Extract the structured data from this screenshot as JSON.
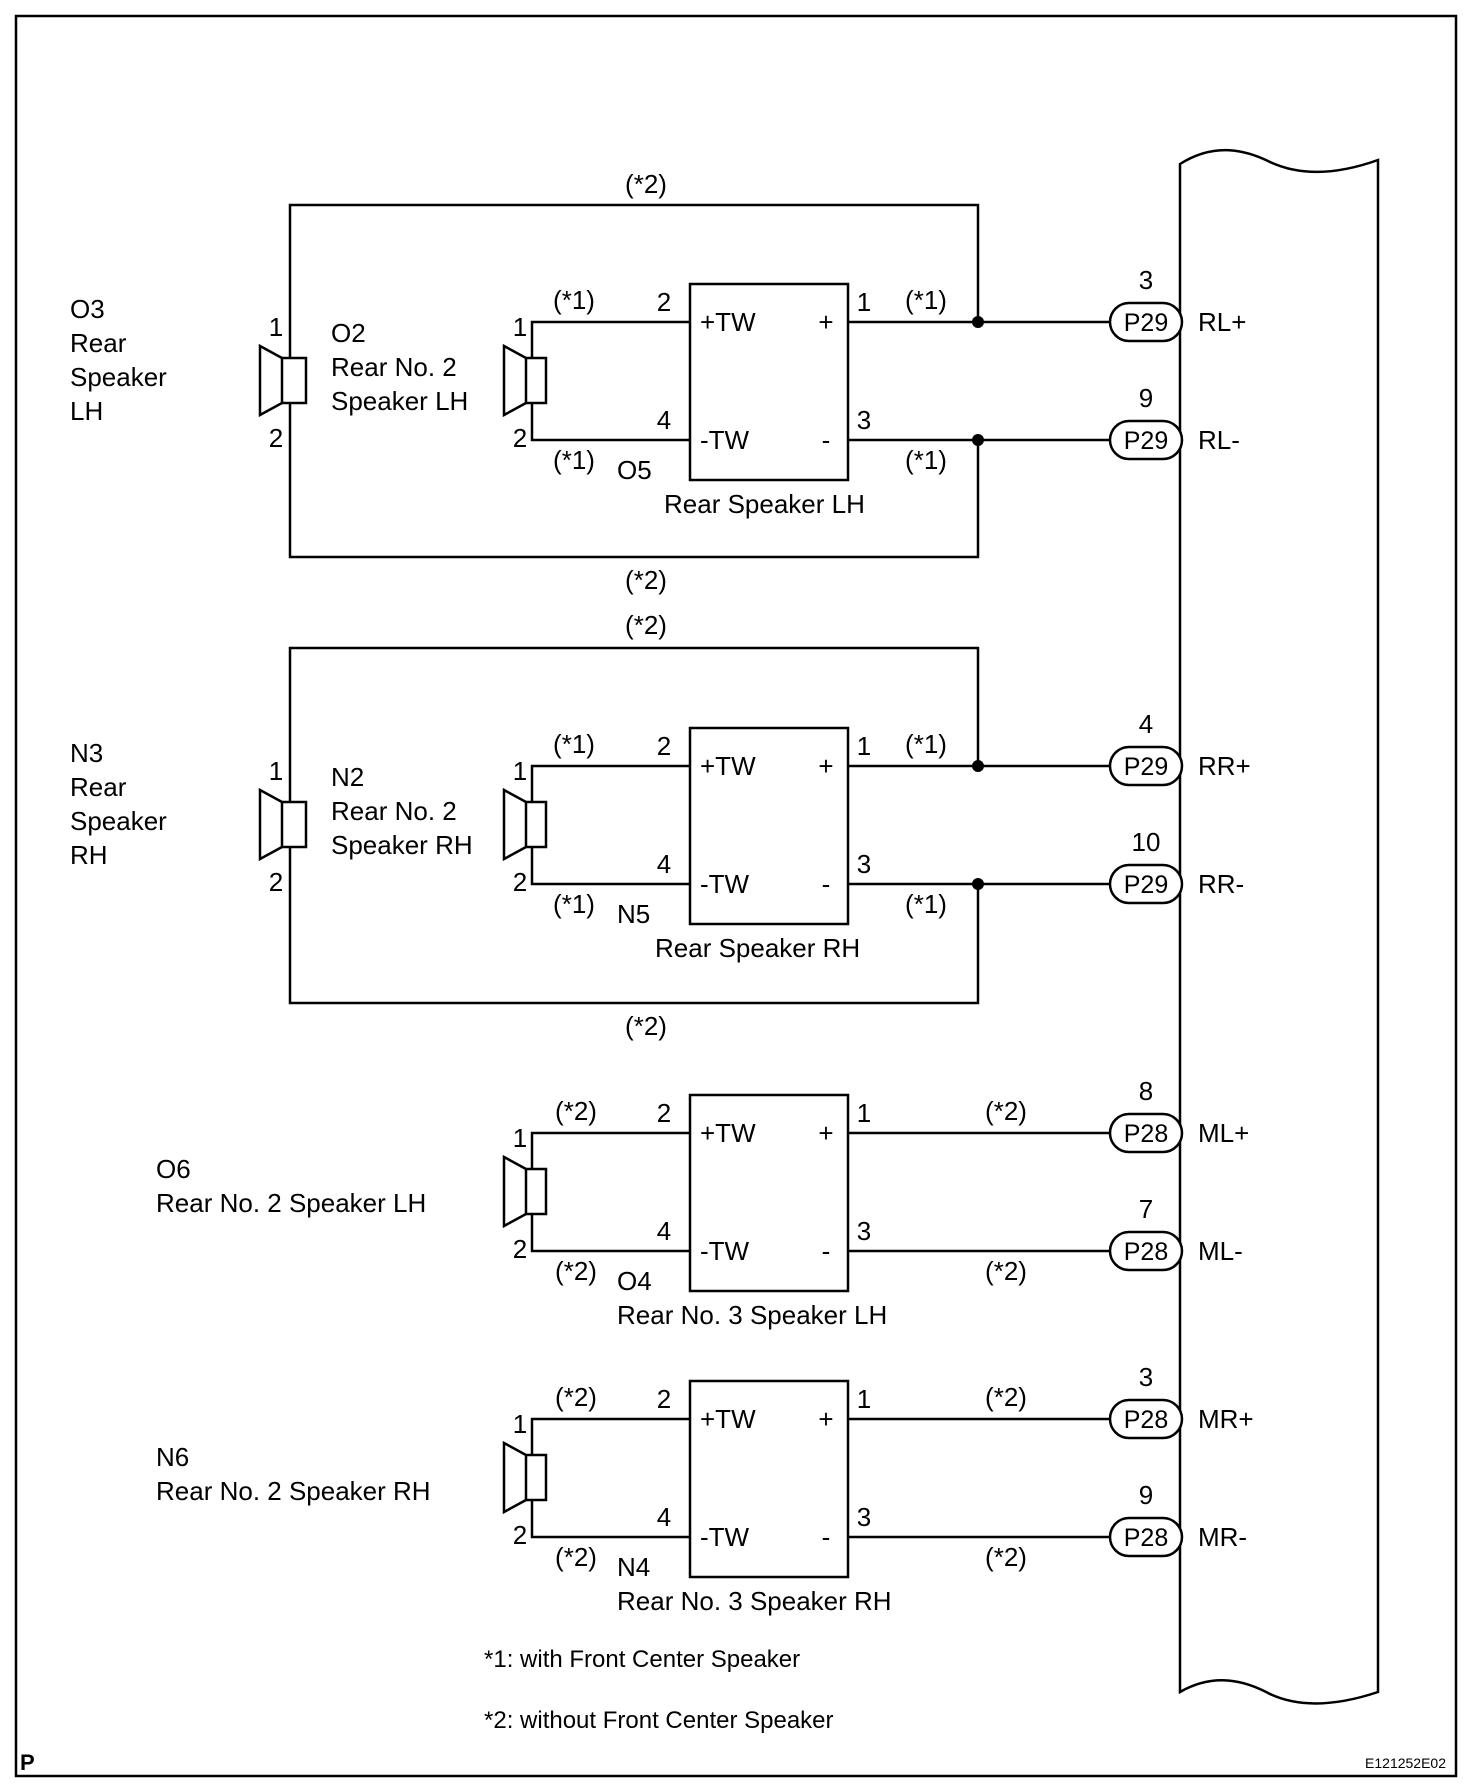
{
  "footer": {
    "page_marker": "P",
    "figure_code": "E121252E02"
  },
  "notes": [
    "*1: with Front Center Speaker",
    "*2: without Front Center Speaker"
  ],
  "groups": [
    {
      "id": "rear-lh",
      "outer": {
        "code": "O3",
        "name_lines": [
          "Rear",
          "Speaker",
          "LH"
        ],
        "pin_top": "1",
        "pin_bottom": "2"
      },
      "inner": {
        "code": "O2",
        "name_lines": [
          "Rear No. 2",
          "Speaker LH"
        ],
        "pin_top": "1",
        "pin_bottom": "2"
      },
      "wire_tag_left_top": "(*1)",
      "wire_tag_left_bottom": "(*1)",
      "box": {
        "code": "O5",
        "name": "Rear Speaker LH",
        "tw_plus": "+TW",
        "tw_minus": "-TW",
        "plus": "+",
        "minus": "-",
        "pin_tw_plus": "2",
        "pin_tw_minus": "4",
        "pin_plus": "1",
        "pin_minus": "3"
      },
      "wire_tag_right_top": "(*1)",
      "wire_tag_right_bottom": "(*1)",
      "bypass_top_tag": "(*2)",
      "bypass_bottom_tag": "(*2)",
      "conn_top": {
        "pin": "3",
        "connector": "P29",
        "signal": "RL+"
      },
      "conn_bottom": {
        "pin": "9",
        "connector": "P29",
        "signal": "RL-"
      }
    },
    {
      "id": "rear-rh",
      "outer": {
        "code": "N3",
        "name_lines": [
          "Rear",
          "Speaker",
          "RH"
        ],
        "pin_top": "1",
        "pin_bottom": "2"
      },
      "inner": {
        "code": "N2",
        "name_lines": [
          "Rear No. 2",
          "Speaker RH"
        ],
        "pin_top": "1",
        "pin_bottom": "2"
      },
      "wire_tag_left_top": "(*1)",
      "wire_tag_left_bottom": "(*1)",
      "box": {
        "code": "N5",
        "name": "Rear Speaker RH",
        "tw_plus": "+TW",
        "tw_minus": "-TW",
        "plus": "+",
        "minus": "-",
        "pin_tw_plus": "2",
        "pin_tw_minus": "4",
        "pin_plus": "1",
        "pin_minus": "3"
      },
      "wire_tag_right_top": "(*1)",
      "wire_tag_right_bottom": "(*1)",
      "bypass_top_tag": "(*2)",
      "bypass_bottom_tag": "(*2)",
      "conn_top": {
        "pin": "4",
        "connector": "P29",
        "signal": "RR+"
      },
      "conn_bottom": {
        "pin": "10",
        "connector": "P29",
        "signal": "RR-"
      }
    },
    {
      "id": "rear3-lh",
      "speaker": {
        "code": "O6",
        "name": "Rear No. 2 Speaker LH",
        "pin_top": "1",
        "pin_bottom": "2"
      },
      "wire_tag_left_top": "(*2)",
      "wire_tag_left_bottom": "(*2)",
      "box": {
        "code": "O4",
        "name": "Rear No. 3 Speaker LH",
        "tw_plus": "+TW",
        "tw_minus": "-TW",
        "plus": "+",
        "minus": "-",
        "pin_tw_plus": "2",
        "pin_tw_minus": "4",
        "pin_plus": "1",
        "pin_minus": "3"
      },
      "wire_tag_right_top": "(*2)",
      "wire_tag_right_bottom": "(*2)",
      "conn_top": {
        "pin": "8",
        "connector": "P28",
        "signal": "ML+"
      },
      "conn_bottom": {
        "pin": "7",
        "connector": "P28",
        "signal": "ML-"
      }
    },
    {
      "id": "rear3-rh",
      "speaker": {
        "code": "N6",
        "name": "Rear No. 2 Speaker RH",
        "pin_top": "1",
        "pin_bottom": "2"
      },
      "wire_tag_left_top": "(*2)",
      "wire_tag_left_bottom": "(*2)",
      "box": {
        "code": "N4",
        "name": "Rear No. 3 Speaker RH",
        "tw_plus": "+TW",
        "tw_minus": "-TW",
        "plus": "+",
        "minus": "-",
        "pin_tw_plus": "2",
        "pin_tw_minus": "4",
        "pin_plus": "1",
        "pin_minus": "3"
      },
      "wire_tag_right_top": "(*2)",
      "wire_tag_right_bottom": "(*2)",
      "conn_top": {
        "pin": "3",
        "connector": "P28",
        "signal": "MR+"
      },
      "conn_bottom": {
        "pin": "9",
        "connector": "P28",
        "signal": "MR-"
      }
    }
  ]
}
